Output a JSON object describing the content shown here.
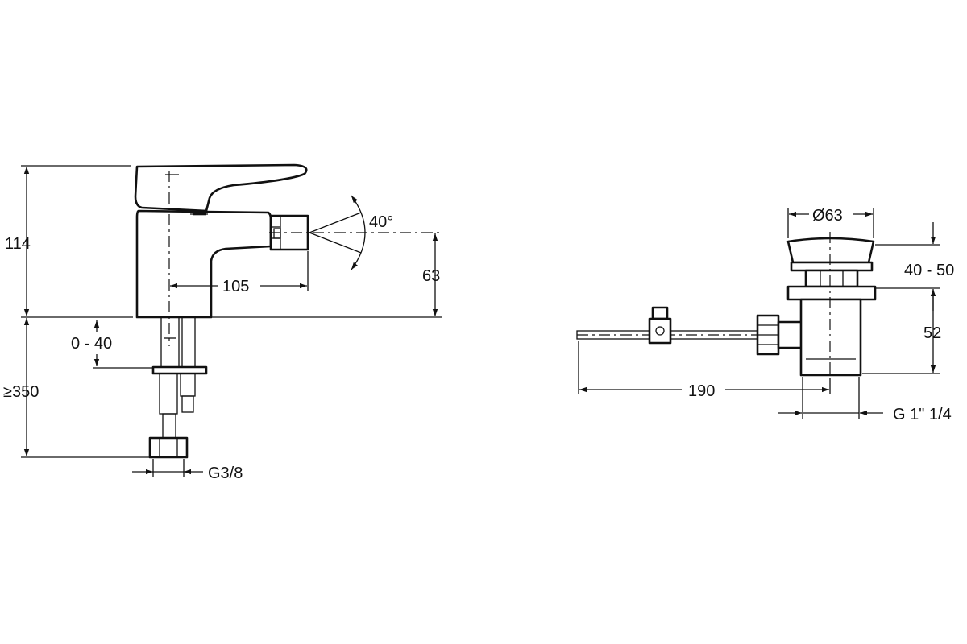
{
  "dimensions": {
    "tap_height": "114",
    "spout_reach": "105",
    "spray_angle": "40°",
    "spout_height": "63",
    "deck_thickness": "0 - 40",
    "hose_length": "≥350",
    "hose_thread": "G3/8",
    "waste_diameter": "Ø63",
    "waste_adjust": "40 - 50",
    "waste_depth": "52",
    "rod_length": "190",
    "waste_thread": "G 1\" 1/4"
  }
}
